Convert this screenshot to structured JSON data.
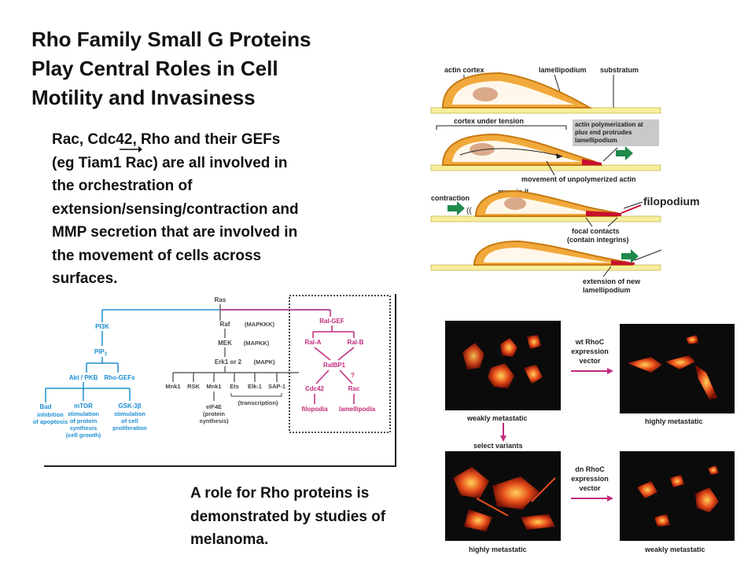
{
  "title": {
    "line1": "Rho Family Small G Proteins",
    "line2": "Play Central Roles in Cell",
    "line3": "Motility and Invasiness"
  },
  "description": {
    "line1": "Rac, Cdc42, Rho and their GEFs",
    "line2": "(eg Tiam1   Rac) are all involved in",
    "line3": "the orchestration of",
    "line4": "extension/sensing/contraction and",
    "line5": "MMP secretion that are involved in",
    "line6": "the movement of cells across",
    "line7": "surfaces."
  },
  "melanoma_text": {
    "line1": "A role for Rho proteins is",
    "line2": "demonstrated by studies of",
    "line3": "melanoma."
  },
  "cell_motility_figure": {
    "labels": {
      "actin_cortex": "actin cortex",
      "lamellipodium": "lamellipodium",
      "substratum": "substratum",
      "cortex_tension": "cortex under tension",
      "actin_poly_1": "actin polymerization at",
      "actin_poly_2": "plus end protrudes",
      "actin_poly_3": "lamellipodium",
      "unpolymerized": "movement of unpolymerized actin",
      "myosin": "myosin II",
      "contraction": "contraction",
      "focal_1": "focal contacts",
      "focal_2": "(contain integrins)",
      "extension_1": "extension of new",
      "extension_2": "lamellipodium"
    },
    "filopodium": "filopodium"
  },
  "pathway": {
    "ras": "Ras",
    "pi3k": "PI3K",
    "pip3": "PIP",
    "pip3_sub": "3",
    "akt": "Akt / PKB",
    "rho_gefs": "Rho-GEFs",
    "bad": "Bad",
    "bad_desc1": "inhibition",
    "bad_desc2": "of apoptosis",
    "mtor": "mTOR",
    "mtor_desc1": "stimulation",
    "mtor_desc2": "of protein",
    "mtor_desc3": "synthesis",
    "mtor_desc4": "(cell growth)",
    "gsk": "GSK-3β",
    "gsk_desc1": "stimulation",
    "gsk_desc2": "of cell",
    "gsk_desc3": "proliferation",
    "raf": "Raf",
    "mapkkk": "(MAPKKK)",
    "mek": "MEK",
    "mapkk": "(MAPKK)",
    "erk": "Erk1 or 2",
    "mapk": "(MAPK)",
    "mnk1a": "Mnk1",
    "rsk": "RSK",
    "mnk1b": "Mnk1",
    "ets": "Ets",
    "elk": "Elk-1",
    "sap": "SAP-1",
    "transcription": "(transcription)",
    "eif4e": "eIF4E",
    "eif_desc1": "(protein",
    "eif_desc2": "synthesis)",
    "ral_gef": "Ral-GEF",
    "ral_a": "Ral-A",
    "ral_b": "Ral-B",
    "ralbp1": "RalBP1",
    "question": "?",
    "cdc42": "Cdc42",
    "rac": "Rac",
    "filopodia": "filopodia",
    "lamellipodia": "lamellipodia"
  },
  "melanoma_figure": {
    "wt_label1": "wt RhoC",
    "wt_label2": "expression",
    "wt_label3": "vector",
    "dn_label1": "dn RhoC",
    "dn_label2": "expression",
    "dn_label3": "vector",
    "weakly_top": "weakly metastatic",
    "highly_top": "highly metastatic",
    "select": "select variants",
    "highly_bottom": "highly metastatic",
    "weakly_bottom": "weakly metastatic"
  },
  "colors": {
    "cell_fill": "#f2a93b",
    "cell_stroke": "#c57a12",
    "nucleus": "#d9a98a",
    "substratum": "#f7ee9c",
    "focal": "#c8102e",
    "green_arrow": "#1f8a4c",
    "pathway_blue": "#1f8fd0",
    "pathway_magenta": "#c2297d",
    "pathway_gray": "#444444",
    "panel_dark": "#0b0b0b"
  }
}
